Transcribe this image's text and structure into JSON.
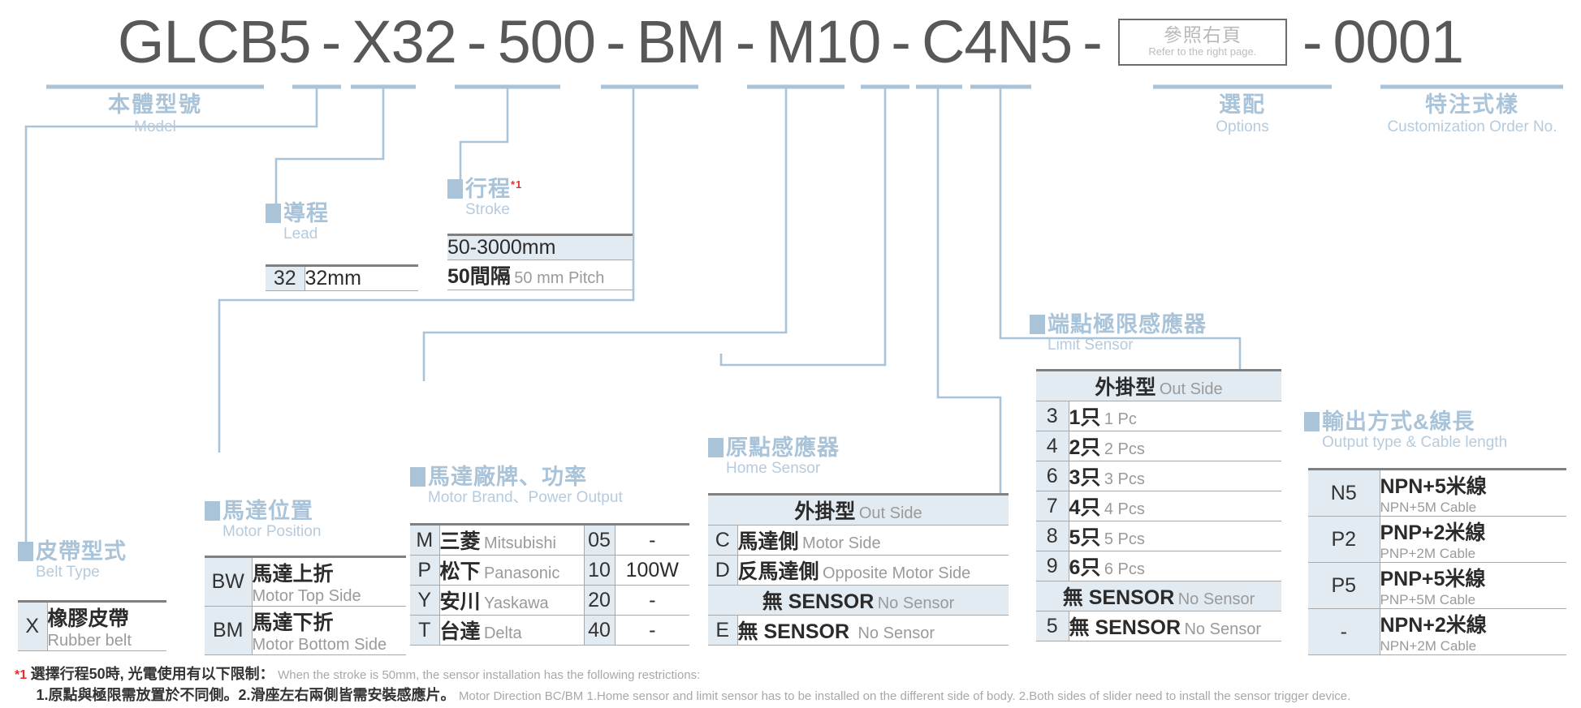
{
  "model_code": {
    "segments": [
      {
        "text": "GLCB5"
      },
      {
        "text": "X32"
      },
      {
        "text": "500"
      },
      {
        "text": "BM"
      },
      {
        "text": "M10"
      },
      {
        "text": "C4N5"
      },
      {
        "text": "0001"
      }
    ],
    "separator": "-",
    "ref_box": {
      "zh": "參照右頁",
      "en": "Refer to the right page."
    }
  },
  "top_headings": {
    "model": {
      "zh": "本體型號",
      "en": "Model"
    },
    "options": {
      "zh": "選配",
      "en": "Options"
    },
    "custom": {
      "zh": "特注式樣",
      "en": "Customization Order No."
    }
  },
  "sections": {
    "lead": {
      "zh": "導程",
      "en": "Lead",
      "sup": ""
    },
    "stroke": {
      "zh": "行程",
      "en": "Stroke",
      "sup": "*1"
    },
    "belt": {
      "zh": "皮帶型式",
      "en": "Belt Type",
      "sup": ""
    },
    "motor_position": {
      "zh": "馬達位置",
      "en": "Motor Position",
      "sup": ""
    },
    "motor_brand": {
      "zh": "馬達廠牌、功率",
      "en": "Motor Brand、Power Output",
      "sup": ""
    },
    "home_sensor": {
      "zh": "原點感應器",
      "en": "Home Sensor",
      "sup": ""
    },
    "limit_sensor": {
      "zh": "端點極限感應器",
      "en": "Limit Sensor",
      "sup": ""
    },
    "output_cable": {
      "zh": "輸出方式&線長",
      "en": "Output type & Cable length",
      "sup": ""
    }
  },
  "tables": {
    "lead": {
      "rows": [
        {
          "code": "32",
          "value": "32mm"
        }
      ]
    },
    "stroke": {
      "range_row": "50-3000mm",
      "pitch_zh": "50間隔",
      "pitch_en": "50 mm Pitch"
    },
    "belt": {
      "rows": [
        {
          "code": "X",
          "zh": "橡膠皮帶",
          "en": "Rubber belt"
        }
      ]
    },
    "motor_position": {
      "rows": [
        {
          "code": "BW",
          "zh": "馬達上折",
          "en": "Motor Top Side"
        },
        {
          "code": "BM",
          "zh": "馬達下折",
          "en": "Motor Bottom Side"
        }
      ]
    },
    "motor_brand": {
      "rows": [
        {
          "code": "M",
          "zh": "三菱",
          "en": "Mitsubishi",
          "power_code": "05",
          "power": "-"
        },
        {
          "code": "P",
          "zh": "松下",
          "en": "Panasonic",
          "power_code": "10",
          "power": "100W"
        },
        {
          "code": "Y",
          "zh": "安川",
          "en": "Yaskawa",
          "power_code": "20",
          "power": "-"
        },
        {
          "code": "T",
          "zh": "台達",
          "en": "Delta",
          "power_code": "40",
          "power": "-"
        }
      ]
    },
    "home_sensor": {
      "header_zh": "外掛型",
      "header_en": "Out Side",
      "rows": [
        {
          "code": "C",
          "zh": "馬達側",
          "en": "Motor Side"
        },
        {
          "code": "D",
          "zh": "反馬達側",
          "en": "Opposite Motor Side"
        }
      ],
      "nosensor_band_zh": "無 SENSOR",
      "nosensor_band_en": "No Sensor",
      "nosensor_rows": [
        {
          "code": "E",
          "zh": "無 SENSOR",
          "en": "No Sensor"
        }
      ]
    },
    "limit_sensor": {
      "header_zh": "外掛型",
      "header_en": "Out Side",
      "rows": [
        {
          "code": "3",
          "zh": "1只",
          "en": "1 Pc"
        },
        {
          "code": "4",
          "zh": "2只",
          "en": "2 Pcs"
        },
        {
          "code": "6",
          "zh": "3只",
          "en": "3 Pcs"
        },
        {
          "code": "7",
          "zh": "4只",
          "en": "4 Pcs"
        },
        {
          "code": "8",
          "zh": "5只",
          "en": "5 Pcs"
        },
        {
          "code": "9",
          "zh": "6只",
          "en": "6 Pcs"
        }
      ],
      "nosensor_band_zh": "無 SENSOR",
      "nosensor_band_en": "No Sensor",
      "nosensor_rows": [
        {
          "code": "5",
          "zh": "無 SENSOR",
          "en": "No Sensor"
        }
      ]
    },
    "output_cable": {
      "rows": [
        {
          "code": "N5",
          "zh": "NPN+5米線",
          "en": "NPN+5M Cable"
        },
        {
          "code": "P2",
          "zh": "PNP+2米線",
          "en": "PNP+2M Cable"
        },
        {
          "code": "P5",
          "zh": "PNP+5米線",
          "en": "PNP+5M Cable"
        },
        {
          "code": "-",
          "zh": "NPN+2米線",
          "en": "NPN+2M Cable"
        }
      ]
    }
  },
  "footnote": {
    "marker": "*1",
    "line1_zh": "選擇行程50時, 光電使用有以下限制：",
    "line1_en": "When the stroke is 50mm, the sensor installation has  the following restrictions:",
    "line2_zh": "1.原點與極限需放置於不同側。2.滑座左右兩側皆需安裝感應片。",
    "line2_en": "Motor Direction BC/BM 1.Home sensor and limit sensor has to be installed on the different side of body.  2.Both sides of slider need to install the sensor trigger device."
  },
  "colors": {
    "accent_blue": "#a9c3d8",
    "cell_blue": "#e3ebf2",
    "rule_gray": "#808080",
    "code_gray": "#585858",
    "red": "#e03030"
  }
}
